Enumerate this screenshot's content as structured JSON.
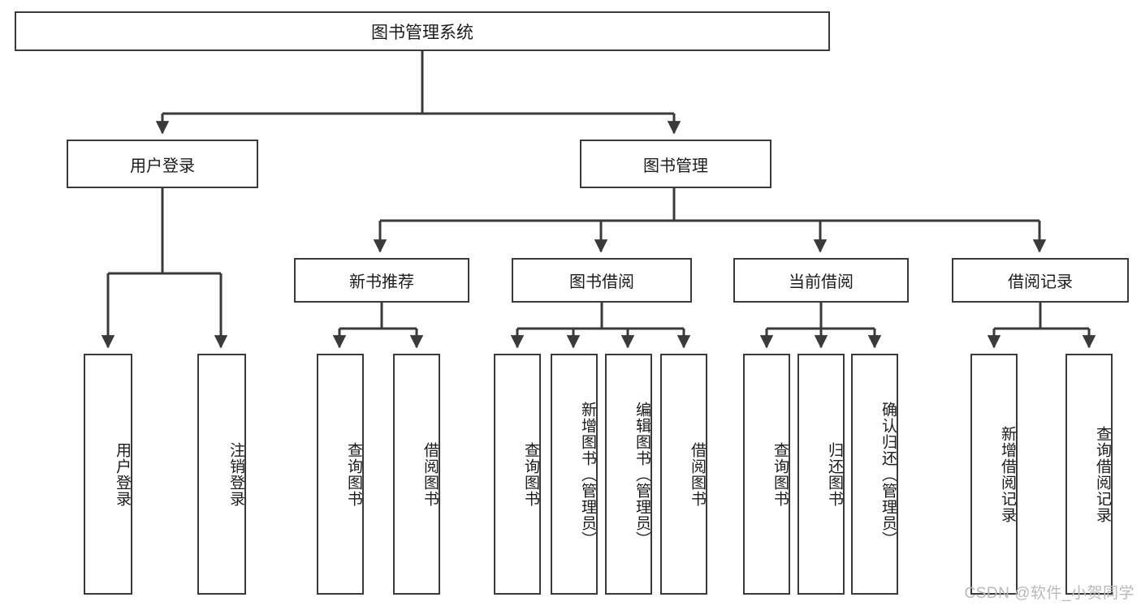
{
  "diagram": {
    "title": "图书管理系统",
    "watermark": "CSDN @软件_小贺同学",
    "colors": {
      "stroke": "#3a3a3a",
      "background": "#ffffff",
      "text": "#1b1b1b",
      "watermark": "#b9b9b9"
    },
    "root": {
      "label": "图书管理系统"
    },
    "level2": [
      {
        "label": "用户登录"
      },
      {
        "label": "图书管理"
      }
    ],
    "level3": [
      {
        "label": "新书推荐"
      },
      {
        "label": "图书借阅"
      },
      {
        "label": "当前借阅"
      },
      {
        "label": "借阅记录"
      }
    ],
    "leaves": {
      "user_login": [
        {
          "label": "用户登录"
        },
        {
          "label": "注销登录"
        }
      ],
      "new_book_recommend": [
        {
          "label": "查询图书"
        },
        {
          "label": "借阅图书"
        }
      ],
      "book_borrow": [
        {
          "label": "查询图书"
        },
        {
          "label": "新增图书（管理员）"
        },
        {
          "label": "编辑图书（管理员）"
        },
        {
          "label": "借阅图书"
        }
      ],
      "current_borrow": [
        {
          "label": "查询图书"
        },
        {
          "label": "归还图书"
        },
        {
          "label": "确认归还（管理员）"
        }
      ],
      "borrow_record": [
        {
          "label": "新增借阅记录"
        },
        {
          "label": "查询借阅记录"
        }
      ]
    }
  }
}
